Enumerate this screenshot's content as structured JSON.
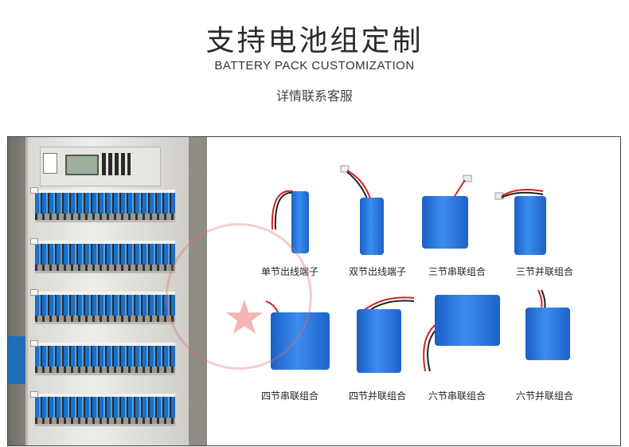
{
  "header": {
    "title": "支持电池组定制",
    "subtitle": "BATTERY PACK CUSTOMIZATION",
    "contact": "详情联系客服"
  },
  "products": [
    {
      "label": "单节出线端子"
    },
    {
      "label": "双节出线端子"
    },
    {
      "label": "三节串联组合"
    },
    {
      "label": "三节并联组合"
    },
    {
      "label": "四节串联组合"
    },
    {
      "label": "四节并联组合"
    },
    {
      "label": "六节串联组合"
    },
    {
      "label": "六节并联组合"
    }
  ],
  "colors": {
    "cell_blue": "#2a7be4",
    "wire_red": "#d22020",
    "title_text": "#2b2b2b",
    "frame_border": "#444444"
  },
  "icons": {
    "watermark": "red-circular-seal-with-star"
  }
}
